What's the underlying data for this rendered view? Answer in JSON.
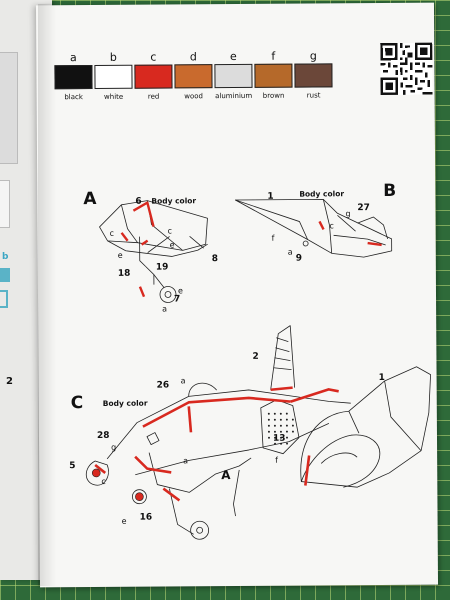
{
  "palette": [
    {
      "letter": "a",
      "name": "black",
      "color": "#111111"
    },
    {
      "letter": "b",
      "name": "white",
      "color": "#ffffff"
    },
    {
      "letter": "c",
      "name": "red",
      "color": "#d8291f"
    },
    {
      "letter": "d",
      "name": "wood",
      "color": "#c96a2d"
    },
    {
      "letter": "e",
      "name": "aluminium",
      "color": "#dcdcdc"
    },
    {
      "letter": "f",
      "name": "brown",
      "color": "#b5692a"
    },
    {
      "letter": "g",
      "name": "rust",
      "color": "#6b4739"
    }
  ],
  "left_page": {
    "b_label": "b",
    "number": "2"
  },
  "sections": {
    "A": {
      "label": "A",
      "callouts": [
        "6",
        "Body color",
        "c",
        "c",
        "e",
        "e",
        "18",
        "19",
        "8",
        "e",
        "7",
        "a"
      ]
    },
    "B": {
      "label": "B",
      "callouts": [
        "1",
        "Body color",
        "g",
        "27",
        "c",
        "f",
        "a",
        "9"
      ]
    },
    "C": {
      "label": "C",
      "callouts": [
        "2",
        "1",
        "26",
        "a",
        "Body color",
        "28",
        "g",
        "5",
        "c",
        "13",
        "f",
        "a",
        "e",
        "16",
        "A"
      ]
    }
  },
  "colors": {
    "accent_red": "#d8291f",
    "line": "#222222"
  }
}
